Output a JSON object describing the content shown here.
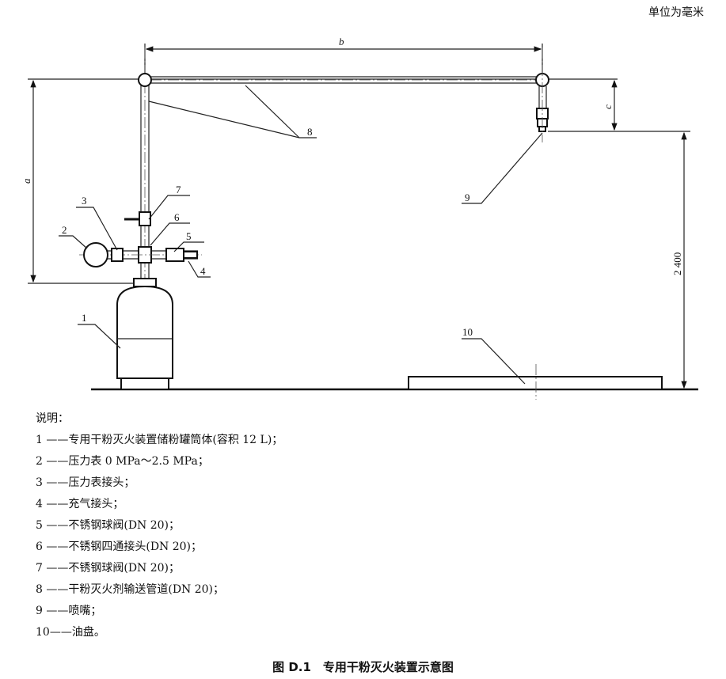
{
  "unit_note": "单位为毫米",
  "dimensions": {
    "a": "a",
    "b": "b",
    "c": "c",
    "height": "2 400"
  },
  "callouts": [
    "1",
    "2",
    "3",
    "4",
    "5",
    "6",
    "7",
    "8",
    "9",
    "10"
  ],
  "legend": {
    "title": "说明：",
    "items": [
      "1 ——专用干粉灭火装置储粉罐筒体(容积 12 L)；",
      "2 ——压力表 0 MPa～2.5 MPa；",
      "3 ——压力表接头；",
      "4 ——充气接头；",
      "5 ——不锈钢球阀(DN 20)；",
      "6 ——不锈钢四通接头(DN 20)；",
      "7 ——不锈钢球阀(DN 20)；",
      "8 ——干粉灭火剂输送管道(DN 20)；",
      "9 ——喷嘴；",
      "10——油盘。"
    ]
  },
  "caption": "图 D.1　专用干粉灭火装置示意图"
}
